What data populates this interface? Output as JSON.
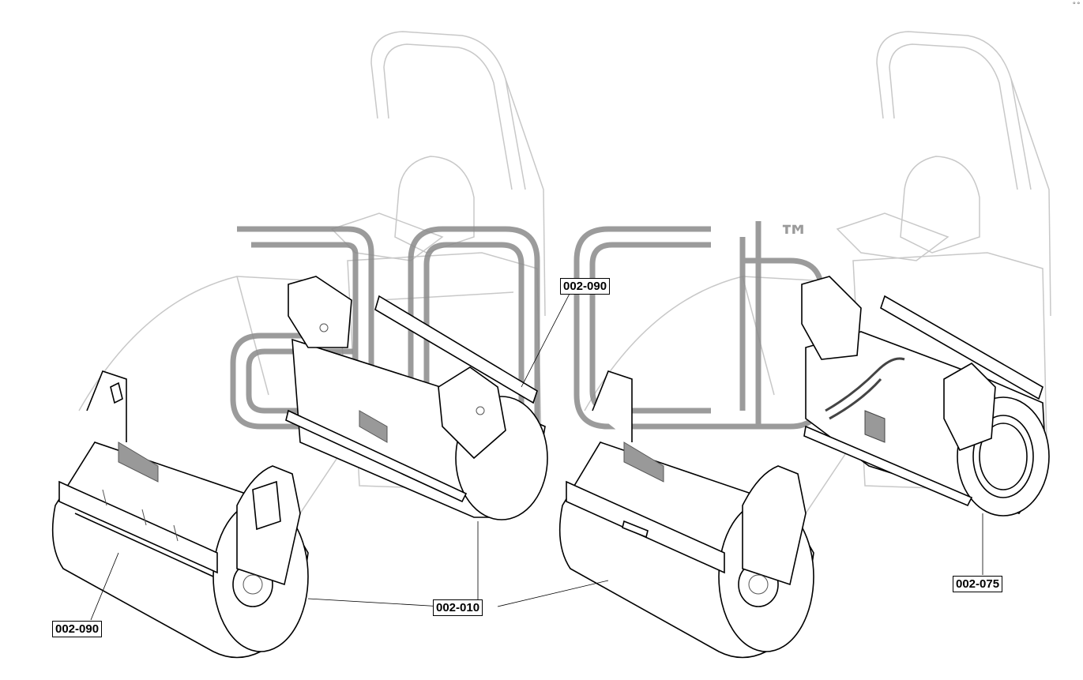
{
  "callouts": {
    "a": "002-090",
    "b": "002-090",
    "c": "002-010",
    "d": "002-075"
  },
  "watermark": {
    "tm": "™",
    "color": "#8a8a8a"
  },
  "corner_mark": "°°"
}
